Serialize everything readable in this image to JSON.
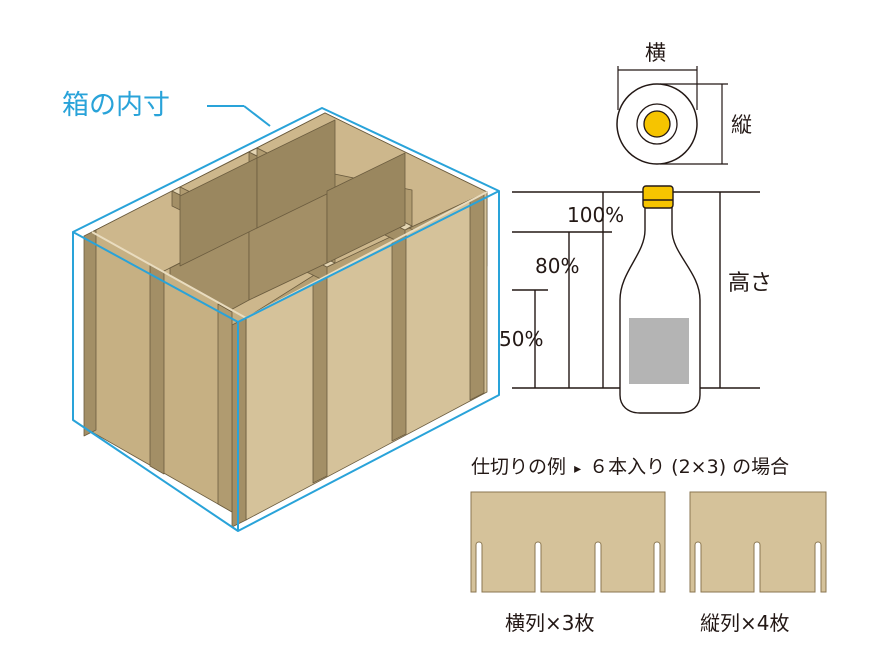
{
  "box_label": "箱の内寸",
  "bottle_top_view": {
    "width_label": "横",
    "depth_label": "縦"
  },
  "bottle_side_view": {
    "height_label": "高さ",
    "levels": [
      "100%",
      "80%",
      "50%"
    ]
  },
  "partition_example": {
    "caption": "仕切りの例",
    "arrow": "▸",
    "case_text": "６本入り (2×3) の場合",
    "horizontal_panel_label": "横列×3枚",
    "vertical_panel_label": "縦列×4枚"
  },
  "colors": {
    "cardboard_light": "#d5c29a",
    "cardboard_mid": "#c4ad80",
    "cardboard_dark": "#a38f66",
    "outline_blue": "#29a3d9",
    "cap_yellow": "#f6c400",
    "label_gray": "#b4b4b4",
    "ink": "#231815"
  }
}
